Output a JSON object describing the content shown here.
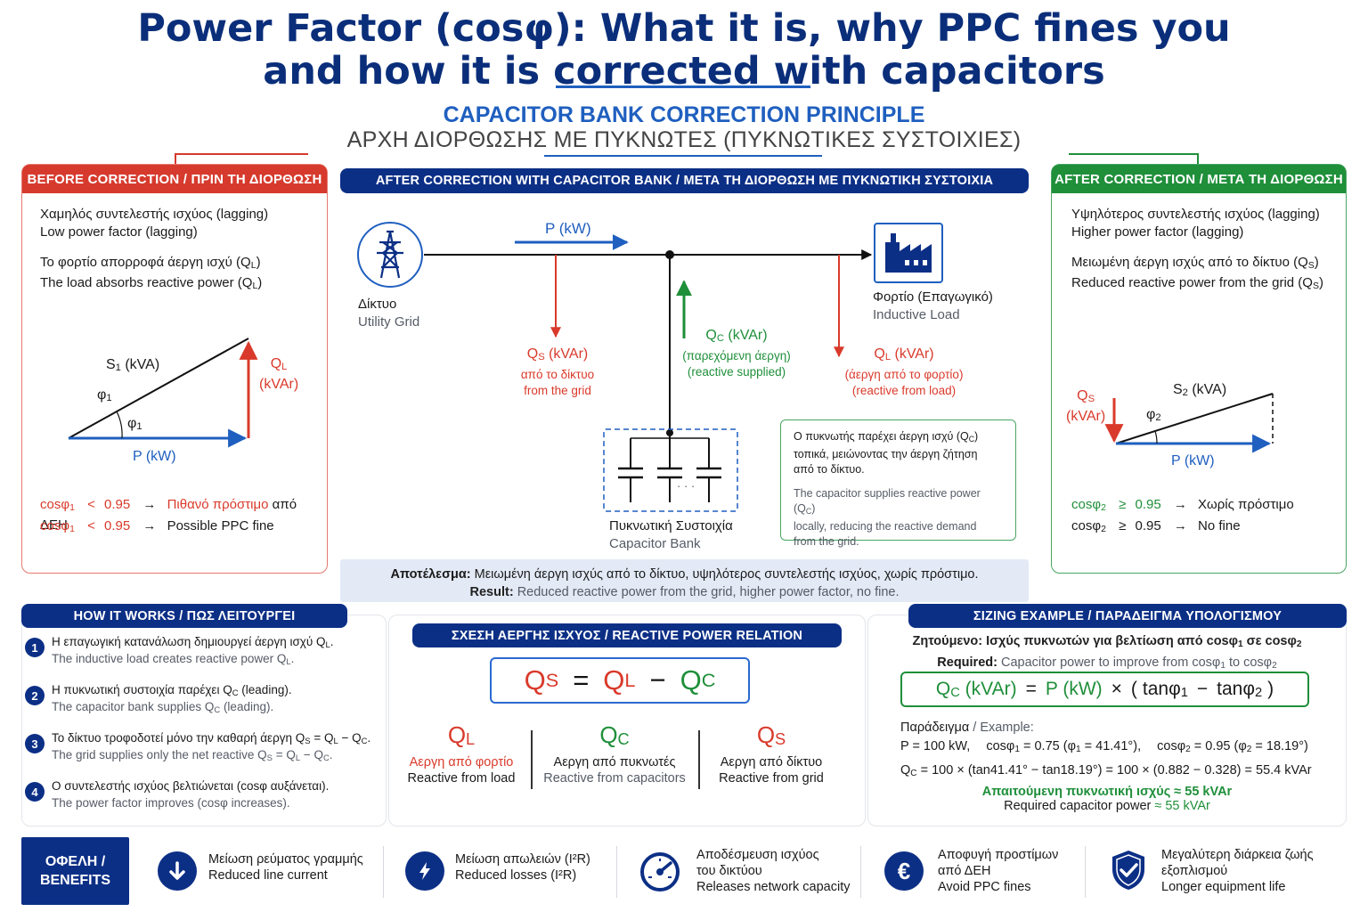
{
  "header": {
    "title_line1": "Power Factor (cosφ): What it is, why PPC fines you",
    "title_line2": "and how it is corrected with capacitors",
    "subtitle_en": "CAPACITOR BANK CORRECTION PRINCIPLE",
    "subtitle_gr": "ΑΡΧΗ ΔΙΟΡΘΩΣΗΣ ΜΕ ΠΥΚΝΩΤΕΣ (ΠΥΚΝΩΤΙΚΕΣ ΣΥΣΤΟΙΧΙΕΣ)"
  },
  "before": {
    "header": "BEFORE CORRECTION / ΠΡΙΝ ΤΗ ΔΙΟΡΘΩΣΗ",
    "line1_gr": "Χαμηλός συντελεστής ισχύος (lagging)",
    "line1_en": "Low power factor (lagging)",
    "line2_gr": "Το φορτίο απορροφά άεργη ισχύ (Q",
    "line2_en": "The load absorbs reactive power (Q",
    "sub_L": "L",
    "close": ")",
    "tri_S": "S",
    "tri_S_sub": "1",
    "tri_S_unit": " (kVA)",
    "tri_phi": "φ",
    "tri_phi_sub": "1",
    "tri_Q": "Q",
    "tri_Q_sub": "L",
    "tri_Q_unit": "(kVAr)",
    "tri_P": "P (kW)",
    "cond1_lhs": "cosφ",
    "cond1_sub": "1",
    "cond1_op": "<",
    "cond1_val": "0.95",
    "cond1_arrow": "→",
    "cond1_text_a": "Πιθανό πρόστιμο",
    "cond1_text_b": " από ΔΕΗ",
    "cond2_text": "Possible PPC fine"
  },
  "center": {
    "header": "AFTER CORRECTION WITH CAPACITOR BANK / ΜΕΤΑ ΤΗ ΔΙΟΡΘΩΣΗ ΜΕ ΠΥΚΝΩΤΙΚΗ ΣΥΣΤΟΙΧΙΑ",
    "P_label": "P (kW)",
    "grid_gr": "Δίκτυο",
    "grid_en": "Utility Grid",
    "load_gr": "Φορτίο (Επαγωγικό)",
    "load_en": "Inductive Load",
    "Qs_main": "Q",
    "Qs_sub": "S",
    "Qs_unit": " (kVAr)",
    "Qs_gr": "από το δίκτυο",
    "Qs_en": "from the grid",
    "Qc_main": "Q",
    "Qc_sub": "C",
    "Qc_unit": " (kVAr)",
    "Qc_gr": "(παρεχόμενη άεργη)",
    "Qc_en": "(reactive supplied)",
    "Ql_main": "Q",
    "Ql_sub": "L",
    "Ql_unit": " (kVAr)",
    "Ql_gr": "(άεργη από το φορτίο)",
    "Ql_en": "(reactive from load)",
    "cap_dots": "· · ·",
    "cap_gr": "Πυκνωτική Συστοιχία",
    "cap_en": "Capacitor Bank",
    "note_gr_a": "Ο πυκνωτής παρέχει άεργη ισχύ (Q",
    "note_gr_b": ")",
    "note_gr_c": "τοπικά, μειώνοντας την άεργη ζήτηση",
    "note_gr_d": "από το δίκτυο.",
    "note_en_a": "The capacitor supplies reactive power (Q",
    "note_en_b": ")",
    "note_en_c": "locally, reducing the reactive demand",
    "note_en_d": "from the grid.",
    "note_sub_C": "C",
    "result_gr_label": "Αποτέλεσμα:",
    "result_gr_text": " Μειωμένη άεργη ισχύς από το δίκτυο, υψηλότερος συντελεστής ισχύος, χωρίς πρόστιμο.",
    "result_en_label": "Result:",
    "result_en_text": " Reduced reactive power from the grid, higher power factor, no fine."
  },
  "after": {
    "header": "AFTER CORRECTION / ΜΕΤΑ ΤΗ ΔΙΟΡΘΩΣΗ",
    "line1_gr": "Υψηλότερος συντελεστής ισχύος (lagging)",
    "line1_en": "Higher power factor (lagging)",
    "line2_gr": "Μειωμένη άεργη ισχύς από το δίκτυο (Q",
    "line2_en": "Reduced reactive power from the grid (Q",
    "sub_S": "S",
    "close": ")",
    "tri_S": "S",
    "tri_S_sub": "2",
    "tri_S_unit": " (kVA)",
    "tri_phi": "φ",
    "tri_phi_sub": "2",
    "tri_Q": "Q",
    "tri_Q_sub": "S",
    "tri_Q_unit": "(kVAr)",
    "tri_P": "P (kW)",
    "cond_lhs": "cosφ",
    "cond_sub": "2",
    "cond_op": "≥",
    "cond_val": "0.95",
    "cond_arrow": "→",
    "cond1_text": "Χωρίς πρόστιμο",
    "cond2_text": "No fine"
  },
  "how": {
    "header": "HOW IT WORKS / ΠΩΣ ΛΕΙΤΟΥΡΓΕΙ",
    "steps": [
      {
        "n": "1",
        "gr": "Η επαγωγική κατανάλωση δημιουργεί άεργη ισχύ Q",
        "gr_sub": "L",
        "gr_end": ".",
        "en": "The inductive load creates reactive power Q",
        "en_sub": "L",
        "en_end": "."
      },
      {
        "n": "2",
        "gr": "Η πυκνωτική συστοιχία παρέχει Q",
        "gr_sub": "C",
        "gr_end": " (leading).",
        "en": "The capacitor bank supplies Q",
        "en_sub": "C",
        "en_end": " (leading)."
      },
      {
        "n": "3",
        "gr": "Το δίκτυο τροφοδοτεί μόνο την καθαρή άεργη Q",
        "gr_sub": "S",
        "gr_end": " = Q",
        "gr_sub2": "L",
        "gr_end2": " − Q",
        "gr_sub3": "C",
        "gr_end3": ".",
        "en": "The grid supplies only the net reactive Q",
        "en_sub": "S",
        "en_end": " = Q",
        "en_sub2": "L",
        "en_end2": " − Q",
        "en_sub3": "C",
        "en_end3": "."
      },
      {
        "n": "4",
        "gr": "Ο συντελεστής ισχύος βελτιώνεται (cosφ αυξάνεται).",
        "en": "The power factor improves (cosφ increases)."
      }
    ]
  },
  "relation": {
    "header": "ΣΧΕΣΗ ΑΕΡΓΗΣ ΙΣΧΥΟΣ / REACTIVE POWER RELATION",
    "f_Q": "Q",
    "f_S": "S",
    "f_eq": "=",
    "f_L": "L",
    "f_minus": "−",
    "f_C": "C",
    "col1_gr": "Αεργη από φορτίο",
    "col1_en": "Reactive from load",
    "col2_gr": "Αεργη από πυκνωτές",
    "col2_en": "Reactive from capacitors",
    "col3_gr": "Αεργη από δίκτυο",
    "col3_en": "Reactive from grid"
  },
  "sizing": {
    "header": "ΣIZING EXAMPLE / ΠΑΡΑΔΕΙΓΜΑ ΥΠΟΛΟΓΙΣΜΟΥ",
    "req_gr": "Ζητούμενο: Ισχύς πυκνωτών για βελτίωση από cosφ",
    "req_gr_sub1": "1",
    "req_gr_mid": " σε cosφ",
    "req_gr_sub2": "2",
    "req_en_label": "Required:",
    "req_en": " Capacitor power to improve from cosφ",
    "req_en_sub1": "1",
    "req_en_mid": " to cosφ",
    "req_en_sub2": "2",
    "f_Qc": "Q",
    "f_Qc_sub": "C",
    "f_Qc_unit": " (kVAr)",
    "f_eq": "=",
    "f_P": "P (kW)",
    "f_times": "×",
    "f_paren_l": "(",
    "f_tan1": "tanφ",
    "f_tan1_sub": "1",
    "f_minus": "−",
    "f_tan2": "tanφ",
    "f_tan2_sub": "2",
    "f_paren_r": ")",
    "ex_label_gr": "Παράδειγμα",
    "ex_label_en": " / Example:",
    "ex_line1_a": "P = 100 kW,",
    "ex_line1_b": "cosφ",
    "ex_line1_b_sub": "1",
    "ex_line1_c": " = 0.75 (φ",
    "ex_line1_c_sub": "1",
    "ex_line1_d": " = 41.41°),",
    "ex_line1_e": "cosφ",
    "ex_line1_e_sub": "2",
    "ex_line1_f": " = 0.95 (φ",
    "ex_line1_f_sub": "2",
    "ex_line1_g": " = 18.19°)",
    "ex_line2_a": "Q",
    "ex_line2_a_sub": "C",
    "ex_line2_b": " = 100 × (tan41.41° − tan18.19°) = 100 × (0.882 − 0.328) = 55.4 kVAr",
    "res_gr": "Απαιτούμενη πυκνωτική ισχύς ≈ 55 kVAr",
    "res_en_a": "Required capacitor power ",
    "res_en_b": "≈ 55 kVAr"
  },
  "benefits": {
    "label_line1": "ΟΦΕΛΗ /",
    "label_line2": "BENEFITS",
    "items": [
      {
        "gr": "Μείωση ρεύματος γραμμής",
        "gr2": "",
        "en": "Reduced line current"
      },
      {
        "gr": "Μείωση απωλειών (I²R)",
        "gr2": "",
        "en": "Reduced losses (I²R)"
      },
      {
        "gr": "Αποδέσμευση ισχύος",
        "gr2": "του δικτύου",
        "en": "Releases network capacity"
      },
      {
        "gr": "Αποφυγή προστίμων",
        "gr2": "από ΔΕΗ",
        "en": "Avoid PPC fines"
      },
      {
        "gr": "Μεγαλύτερη διάρκεια ζωής",
        "gr2": "εξοπλισμού",
        "en": "Longer equipment life"
      }
    ],
    "euro_symbol": "€"
  },
  "colors": {
    "navy": "#0c2f86",
    "blue": "#1f5fbf",
    "red": "#d93a2b",
    "green": "#1f8f3a"
  },
  "icons": [
    "transmission-tower-icon",
    "factory-icon",
    "capacitor-icon",
    "arrow-down-icon",
    "lightning-icon",
    "gauge-icon",
    "euro-icon",
    "shield-check-icon"
  ]
}
